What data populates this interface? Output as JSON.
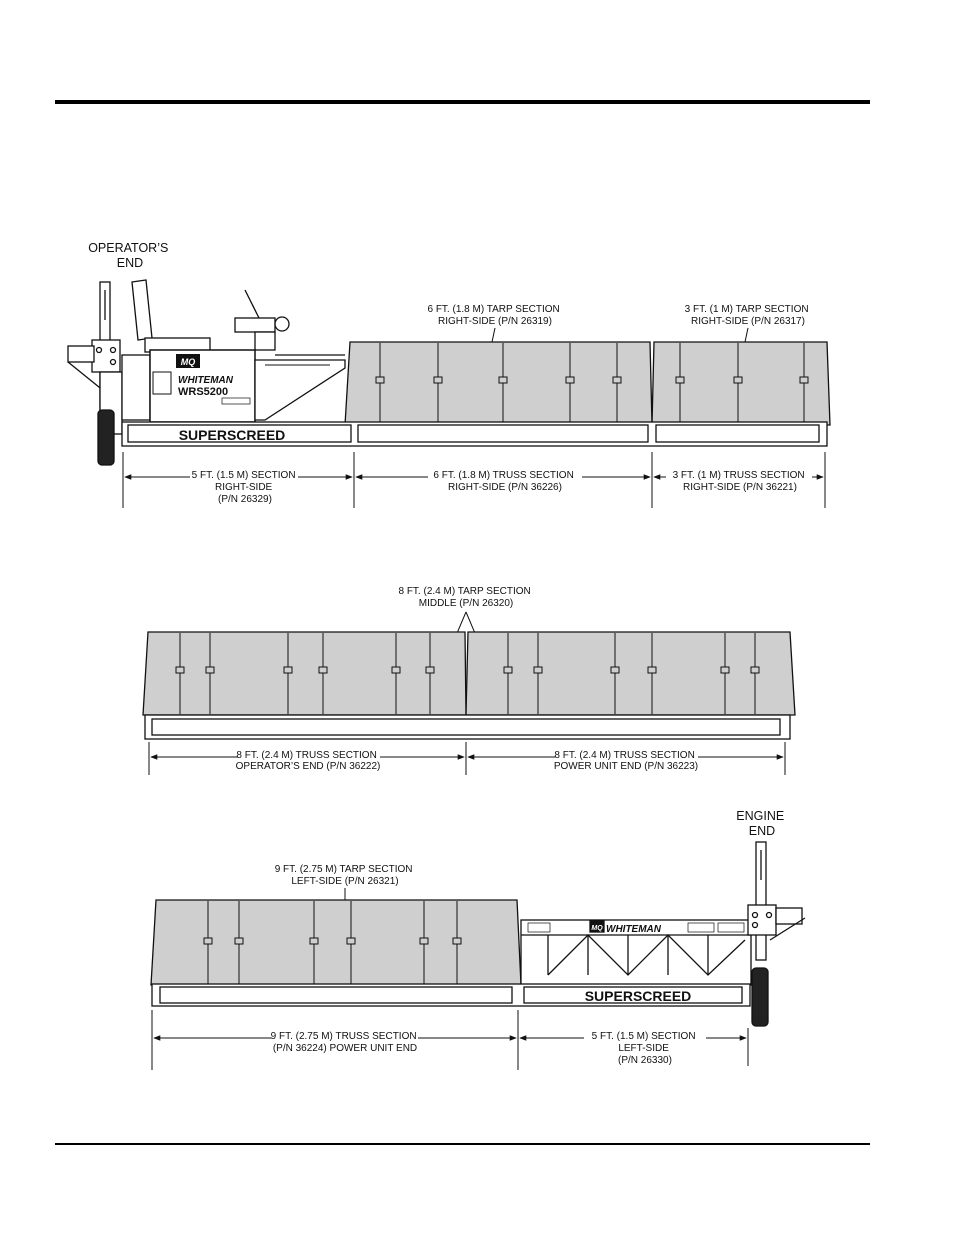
{
  "top_view": {
    "end_label": [
      "OPERATOR’S",
      "END"
    ],
    "tarp_6ft": [
      "6 FT. (1.8 M) TARP SECTION",
      "RIGHT-SIDE (P/N 26319)"
    ],
    "tarp_3ft": [
      "3 FT. (1 M) TARP SECTION",
      "RIGHT-SIDE (P/N 26317)"
    ],
    "section_5ft": [
      "5 FT. (1.5 M) SECTION",
      "RIGHT-SIDE",
      "(P/N 26329)"
    ],
    "truss_6ft": [
      "6 FT. (1.8 M) TRUSS SECTION",
      "RIGHT-SIDE (P/N 36226)"
    ],
    "truss_3ft": [
      "3 FT. (1 M) TRUSS SECTION",
      "RIGHT-SIDE (P/N 36221)"
    ],
    "brand": "WHITEMAN",
    "model": "WRS5200",
    "mq": "MQ",
    "screed_logo": "SUPERSCREED"
  },
  "middle_view": {
    "tarp_8ft": [
      "8 FT. (2.4 M) TARP SECTION",
      "MIDDLE (P/N 26320)"
    ],
    "truss_operator": [
      "8 FT. (2.4 M) TRUSS SECTION",
      "OPERATOR’S END (P/N 36222)"
    ],
    "truss_power": [
      "8 FT. (2.4 M) TRUSS SECTION",
      "POWER UNIT END (P/N 36223)"
    ]
  },
  "bottom_view": {
    "end_label": [
      "ENGINE",
      "END"
    ],
    "tarp_9ft": [
      "9 FT. (2.75 M) TARP SECTION",
      "LEFT-SIDE (P/N 26321)"
    ],
    "truss_9ft": [
      "9 FT. (2.75 M) TRUSS SECTION",
      "(P/N 36224) POWER UNIT END"
    ],
    "section_5ft": [
      "5 FT. (1.5 M) SECTION",
      "LEFT-SIDE",
      "(P/N 26330)"
    ],
    "brand": "WHITEMAN",
    "mq": "MQ",
    "screed_logo": "SUPERSCREED"
  },
  "colors": {
    "tarp": "#cfcfcf",
    "line": "#111111"
  }
}
